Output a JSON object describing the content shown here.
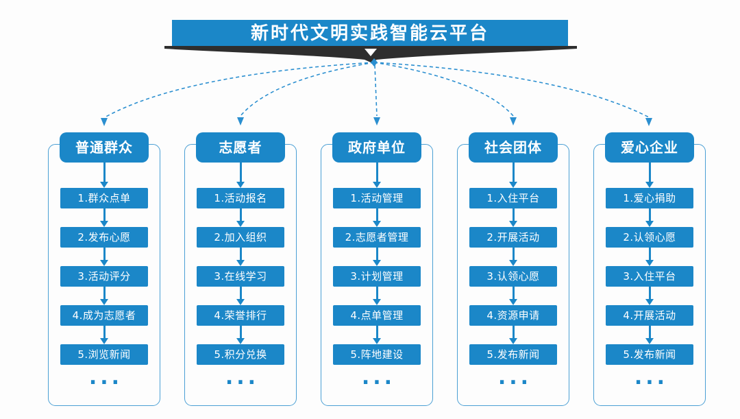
{
  "title": "新时代文明实践智能云平台",
  "colors": {
    "primary_blue": "#1b87c8",
    "panel_border": "#4a9fd4",
    "connector_blue": "#2b8fd0",
    "ribbon_dark": "#2e2e2e",
    "text_on_blue": "#ffffff"
  },
  "columns": [
    {
      "header": "普通群众",
      "items": [
        "1.群众点单",
        "2.发布心愿",
        "3.活动评分",
        "4.成为志愿者",
        "5.浏览新闻"
      ],
      "more": "..."
    },
    {
      "header": "志愿者",
      "items": [
        "1.活动报名",
        "2.加入组织",
        "3.在线学习",
        "4.荣誉排行",
        "5.积分兑换"
      ],
      "more": "..."
    },
    {
      "header": "政府单位",
      "items": [
        "1.活动管理",
        "2.志愿者管理",
        "3.计划管理",
        "4.点单管理",
        "5.阵地建设"
      ],
      "more": "..."
    },
    {
      "header": "社会团体",
      "items": [
        "1.入住平台",
        "2.开展活动",
        "3.认领心愿",
        "4.资源申请",
        "5.发布新闻"
      ],
      "more": "..."
    },
    {
      "header": "爱心企业",
      "items": [
        "1.爱心捐助",
        "2.认领心愿",
        "3.入住平台",
        "4.开展活动",
        "5.发布新闻"
      ],
      "more": "..."
    }
  ]
}
